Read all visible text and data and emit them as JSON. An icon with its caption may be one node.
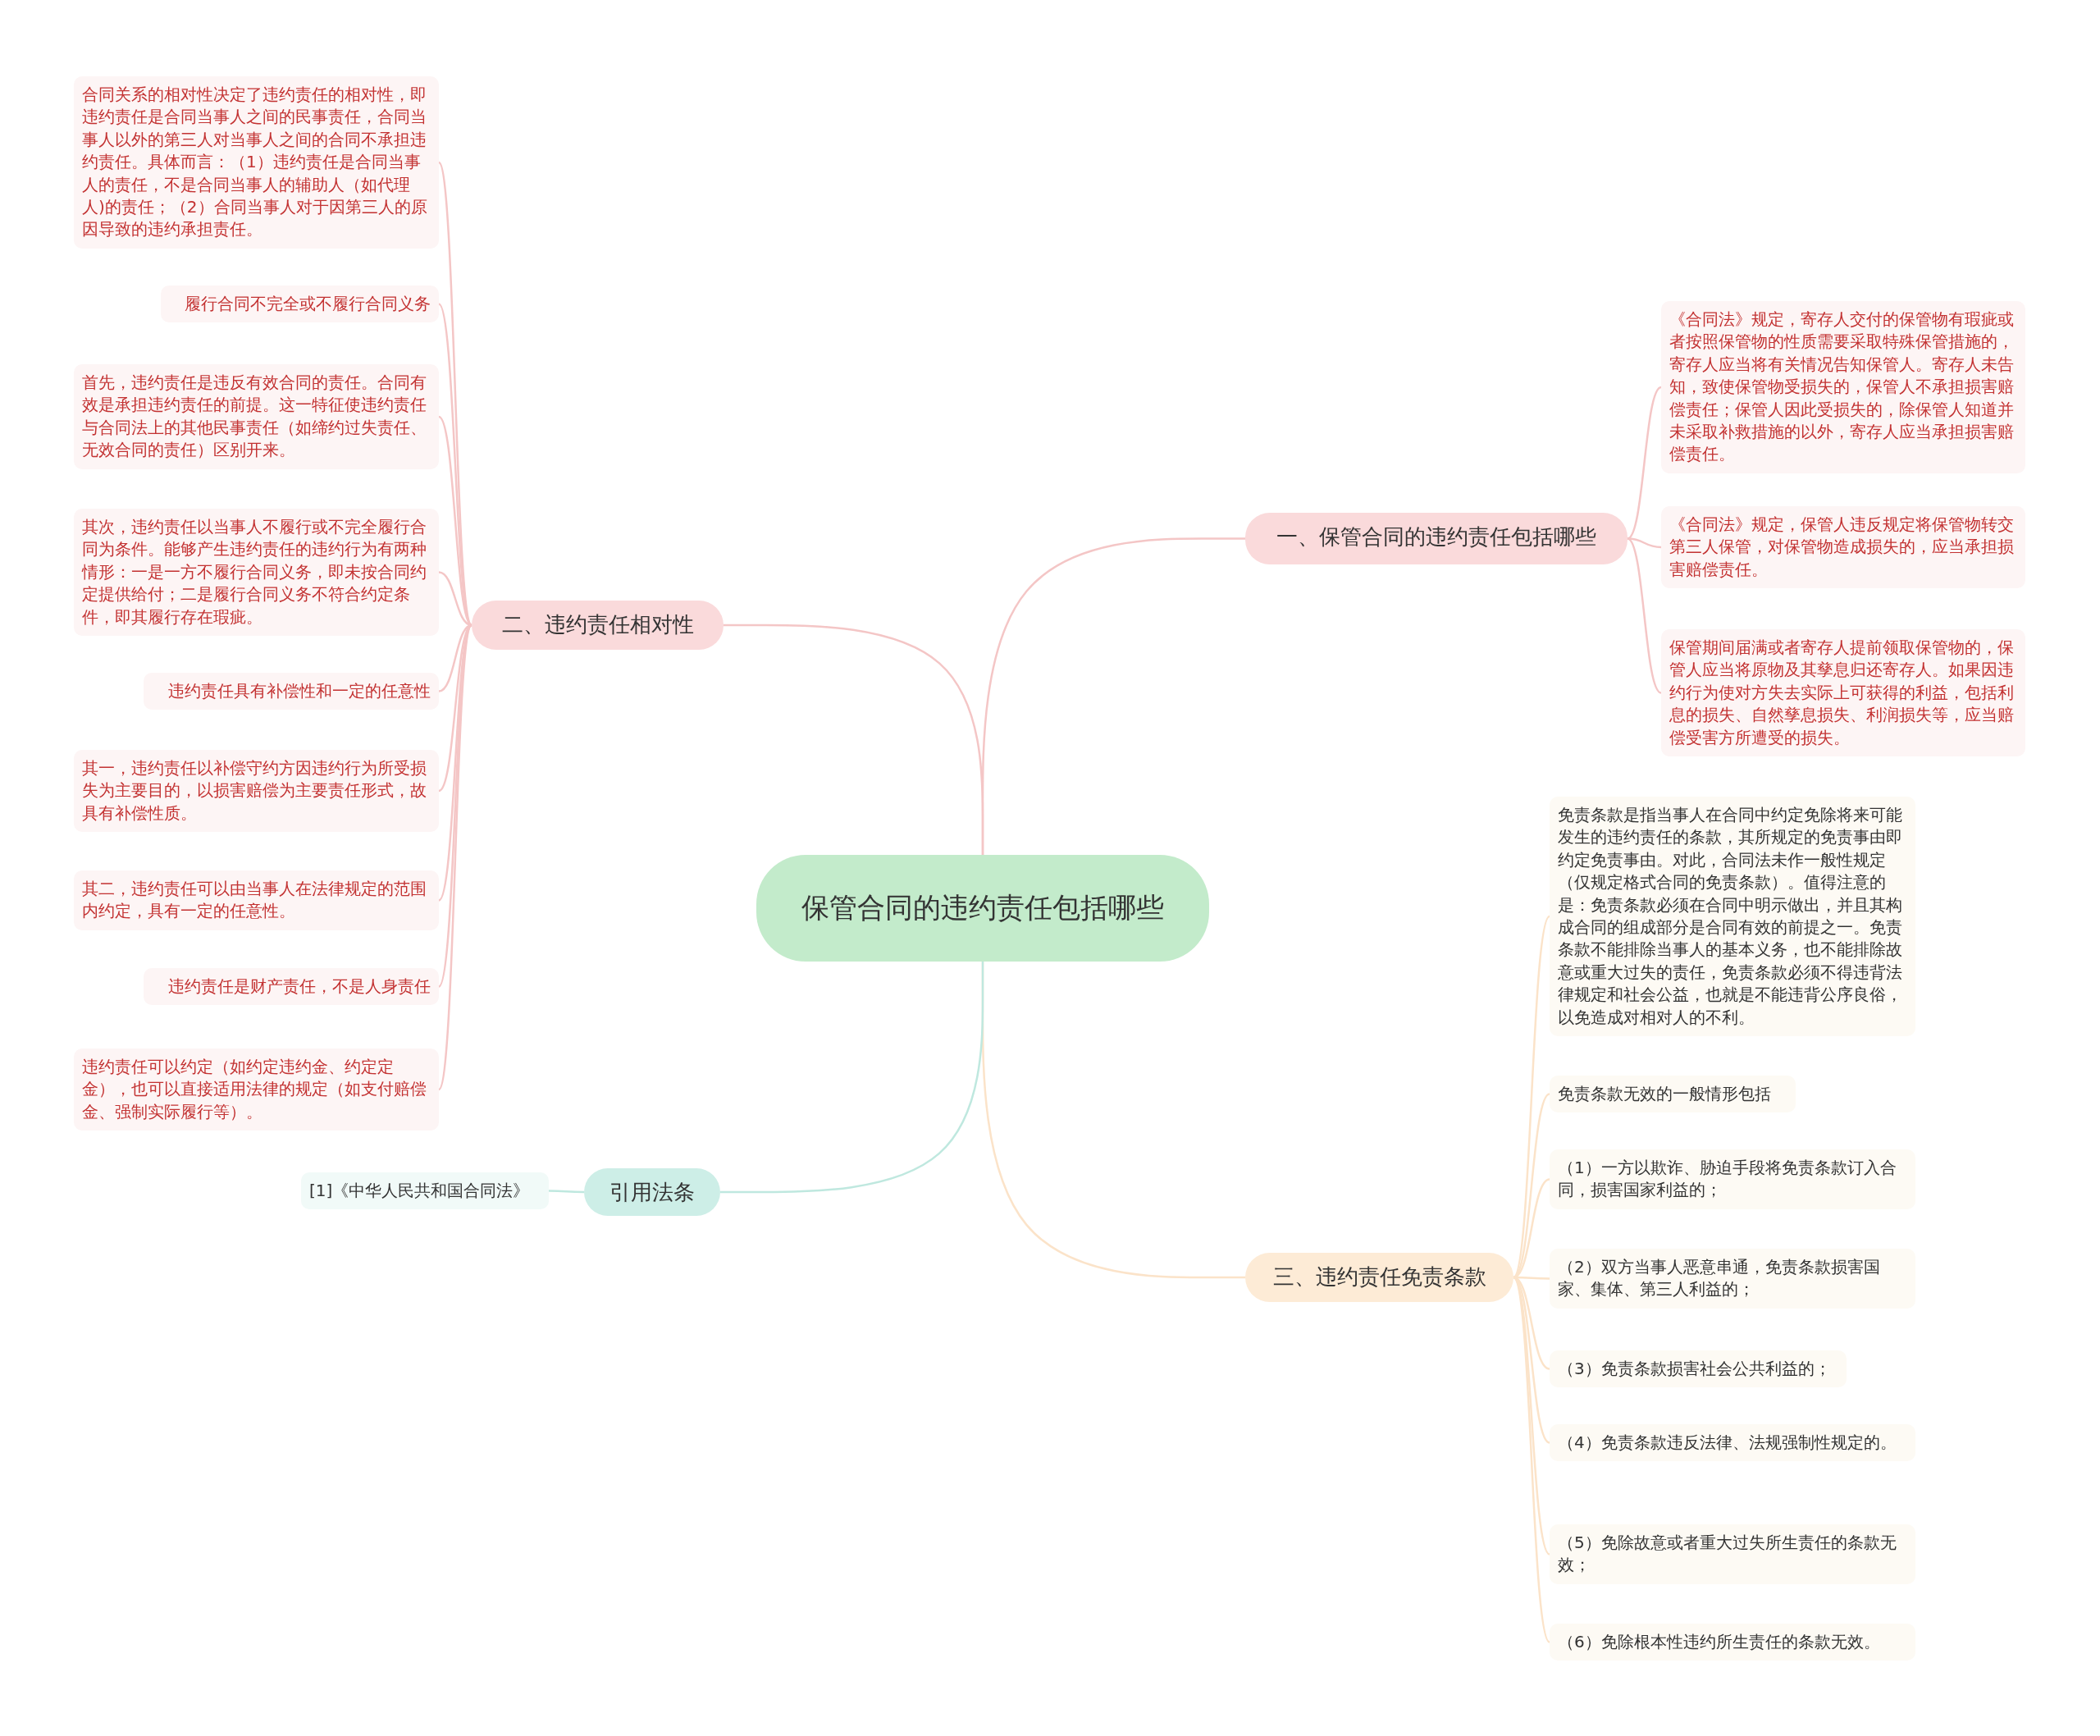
{
  "diagram": {
    "nodes": [
      {
        "text": [
          "保管合同的违约责任包括哪些"
        ]
      },
      {
        "text": [
          "一、保管合同的违约责任包括哪些"
        ]
      },
      {
        "text": [
          "《合同法》规定，寄存人交付的保管物有瑕疵或者按照保管物的性质需要采取特殊保管措施的，寄存人应当将有关情况告知保管人。寄存人未告知，致使保管物受损失的，保管人不承担损害赔偿责任；保管人因此受损失的，除保管人知道并未采取补救措施的以外，寄存人应当承担损害赔偿责任。"
        ]
      },
      {
        "text": [
          "《合同法》规定，保管人违反规定将保管物转交第三人保管，对保管物造成损失的，应当承担损害赔偿责任。"
        ]
      },
      {
        "text": [
          "保管期间届满或者寄存人提前领取保管物的，保管人应当将原物及其孳息归还寄存人。如果因违约行为使对方失去实际上可获得的利益，包括利息的损失、自然孳息损失、利润损失等，应当赔偿受害方所遭受的损失。"
        ]
      },
      {
        "text": [
          "二、违约责任相对性"
        ]
      },
      {
        "text": [
          "合同关系的相对性决定了违约责任的相对性，即违约责任是合同当事人之间的民事责任，合同当事人以外的第三人对当事人之间的合同不承担违约责任。具体而言：（1）违约责任是合同当事人的责任，不是合同当事人的辅助人（如代理人)的责任；（2）合同当事人对于因第三人的原因导致的违约承担责任。"
        ]
      },
      {
        "text": [
          "履行合同不完全或不履行合同义务"
        ]
      },
      {
        "text": [
          "首先，违约责任是违反有效合同的责任。合同有效是承担违约责任的前提。这一特征使违约责任与合同法上的其他民事责任（如缔约过失责任、无效合同的责任）区别开来。"
        ]
      },
      {
        "text": [
          "其次，违约责任以当事人不履行或不完全履行合同为条件。能够产生违约责任的违约行为有两种情形：一是一方不履行合同义务，即未按合同约定提供给付；二是履行合同义务不符合约定条件，即其履行存在瑕疵。"
        ]
      },
      {
        "text": [
          "违约责任具有补偿性和一定的任意性"
        ]
      },
      {
        "text": [
          "其一，违约责任以补偿守约方因违约行为所受损失为主要目的，以损害赔偿为主要责任形式，故具有补偿性质。"
        ]
      },
      {
        "text": [
          "其二，违约责任可以由当事人在法律规定的范围内约定，具有一定的任意性。"
        ]
      },
      {
        "text": [
          "违约责任是财产责任，不是人身责任"
        ]
      },
      {
        "text": [
          "违约责任可以约定（如约定违约金、约定定金），也可以直接适用法律的规定（如支付赔偿金、强制实际履行等）。"
        ]
      },
      {
        "text": [
          "三、违约责任免责条款"
        ]
      },
      {
        "text": [
          "免责条款是指当事人在合同中约定免除将来可能发生的违约责任的条款，其所规定的免责事由即约定免责事由。对此，合同法未作一般性规定（仅规定格式合同的免责条款）。值得注意的是：免责条款必须在合同中明示做出，并且其构成合同的组成部分是合同有效的前提之一。免责条款不能排除当事人的基本义务，也不能排除故意或重大过失的责任，免责条款必须不得违背法律规定和社会公益，也就是不能违背公序良俗，以免造成对相对人的不利。"
        ]
      },
      {
        "text": [
          "免责条款无效的一般情形包括"
        ]
      },
      {
        "text": [
          "（1）一方以欺诈、胁迫手段将免责条款订入合同，损害国家利益的；"
        ]
      },
      {
        "text": [
          "（2）双方当事人恶意串通，免责条款损害国家、集体、第三人利益的；"
        ]
      },
      {
        "text": [
          "（3）免责条款损害社会公共利益的；"
        ]
      },
      {
        "text": [
          "（4）免责条款违反法律、法规强制性规定的。"
        ]
      },
      {
        "text": [
          "（5）免除故意或者重大过失所生责任的条款无效；"
        ]
      },
      {
        "text": [
          "（6）免除根本性违约所生责任的条款无效。"
        ]
      },
      {
        "text": [
          "引用法条"
        ]
      },
      {
        "text": [
          "[1]《中华人民共和国合同法》"
        ]
      }
    ],
    "edges": [
      {
        "from": 0,
        "to": 1,
        "arrow": "none"
      },
      {
        "from": 1,
        "to": 2,
        "arrow": "none"
      },
      {
        "from": 1,
        "to": 3,
        "arrow": "none"
      },
      {
        "from": 1,
        "to": 4,
        "arrow": "none"
      },
      {
        "from": 0,
        "to": 5,
        "arrow": "none"
      },
      {
        "from": 5,
        "to": 6,
        "arrow": "none"
      },
      {
        "from": 5,
        "to": 7,
        "arrow": "none"
      },
      {
        "from": 5,
        "to": 8,
        "arrow": "none"
      },
      {
        "from": 5,
        "to": 9,
        "arrow": "none"
      },
      {
        "from": 5,
        "to": 10,
        "arrow": "none"
      },
      {
        "from": 5,
        "to": 11,
        "arrow": "none"
      },
      {
        "from": 5,
        "to": 12,
        "arrow": "none"
      },
      {
        "from": 5,
        "to": 13,
        "arrow": "none"
      },
      {
        "from": 5,
        "to": 14,
        "arrow": "none"
      },
      {
        "from": 0,
        "to": 15,
        "arrow": "none",
        "color": "#fbe3c9"
      },
      {
        "from": 15,
        "to": 16,
        "arrow": "none",
        "color": "#fbe3c9"
      },
      {
        "from": 15,
        "to": 17,
        "arrow": "none",
        "color": "#fbe3c9"
      },
      {
        "from": 15,
        "to": 18,
        "arrow": "none",
        "color": "#fbe3c9"
      },
      {
        "from": 15,
        "to": 19,
        "arrow": "none",
        "color": "#fbe3c9"
      },
      {
        "from": 15,
        "to": 20,
        "arrow": "none",
        "color": "#fbe3c9"
      },
      {
        "from": 15,
        "to": 21,
        "arrow": "none",
        "color": "#fbe3c9"
      },
      {
        "from": 15,
        "to": 22,
        "arrow": "none",
        "color": "#fbe3c9"
      },
      {
        "from": 15,
        "to": 23,
        "arrow": "none",
        "color": "#fbe3c9"
      },
      {
        "from": 0,
        "to": 24,
        "arrow": "none",
        "color": "#bfe8df"
      },
      {
        "from": 24,
        "to": 25,
        "arrow": "none",
        "color": "#bfe8df"
      }
    ]
  }
}
